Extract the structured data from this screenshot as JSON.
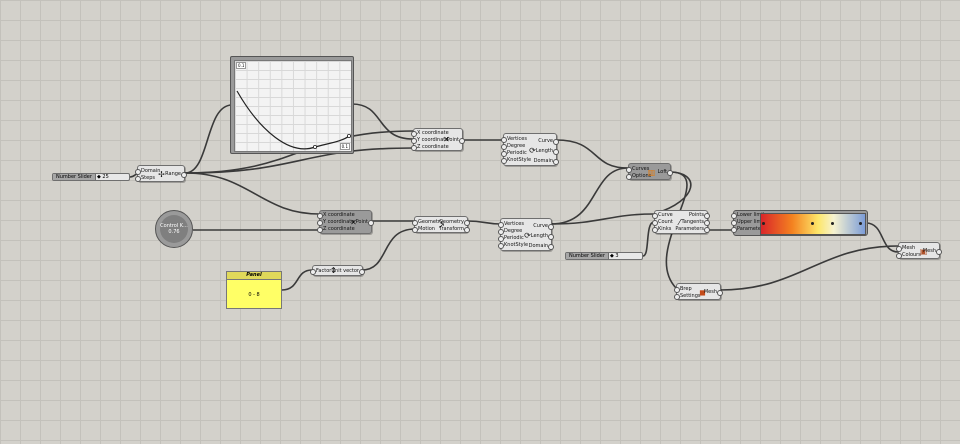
{
  "canvas": {
    "background": "#d3d1cb",
    "grid": true
  },
  "sliders": [
    {
      "name": "Number Slider",
      "value": "◆ 25"
    },
    {
      "name": "Number Slider",
      "value": "◆ 3"
    }
  ],
  "range": {
    "inputs": [
      "Domain",
      "Steps"
    ],
    "output": "Range"
  },
  "point_top": {
    "inputs": [
      "X coordinate",
      "Y coordinate",
      "Z coordinate"
    ],
    "output": "Point"
  },
  "point_mid": {
    "inputs": [
      "X coordinate",
      "Y coordinate",
      "Z coordinate"
    ],
    "output": "Point"
  },
  "curve_top": {
    "inputs": [
      "Vertices",
      "Degree",
      "Periodic",
      "KnotStyle"
    ],
    "outputs": [
      "Curve",
      "Length",
      "Domain"
    ]
  },
  "curve_mid": {
    "inputs": [
      "Vertices",
      "Degree",
      "Periodic",
      "KnotStyle"
    ],
    "outputs": [
      "Curve",
      "Length",
      "Domain"
    ]
  },
  "move": {
    "inputs": [
      "Geometry",
      "Motion"
    ],
    "outputs": [
      "Geometry",
      "Transform"
    ]
  },
  "unit_vector": {
    "inputs": [
      "Factor"
    ],
    "output": "Unit vector"
  },
  "loft": {
    "inputs": [
      "Curves",
      "Options"
    ],
    "output": "Loft"
  },
  "divide": {
    "inputs": [
      "Curve",
      "Count",
      "Kinks"
    ],
    "outputs": [
      "Points",
      "Tangents",
      "Parameters"
    ]
  },
  "gradient": {
    "inputs": [
      "Lower limit",
      "Upper limit",
      "Parameter"
    ]
  },
  "mesh_brep": {
    "inputs": [
      "Brep",
      "Settings"
    ],
    "output": "Mesh"
  },
  "mesh_colour": {
    "inputs": [
      "Mesh",
      "Colours"
    ],
    "output": "Mesh"
  },
  "knob": {
    "label": "Control K...",
    "value": "0.76"
  },
  "panel": {
    "title": "Panel",
    "text": "0 - 8"
  },
  "graph": {
    "type": "bezier",
    "badge_tl": "0.1",
    "badge_br": "0.1"
  }
}
